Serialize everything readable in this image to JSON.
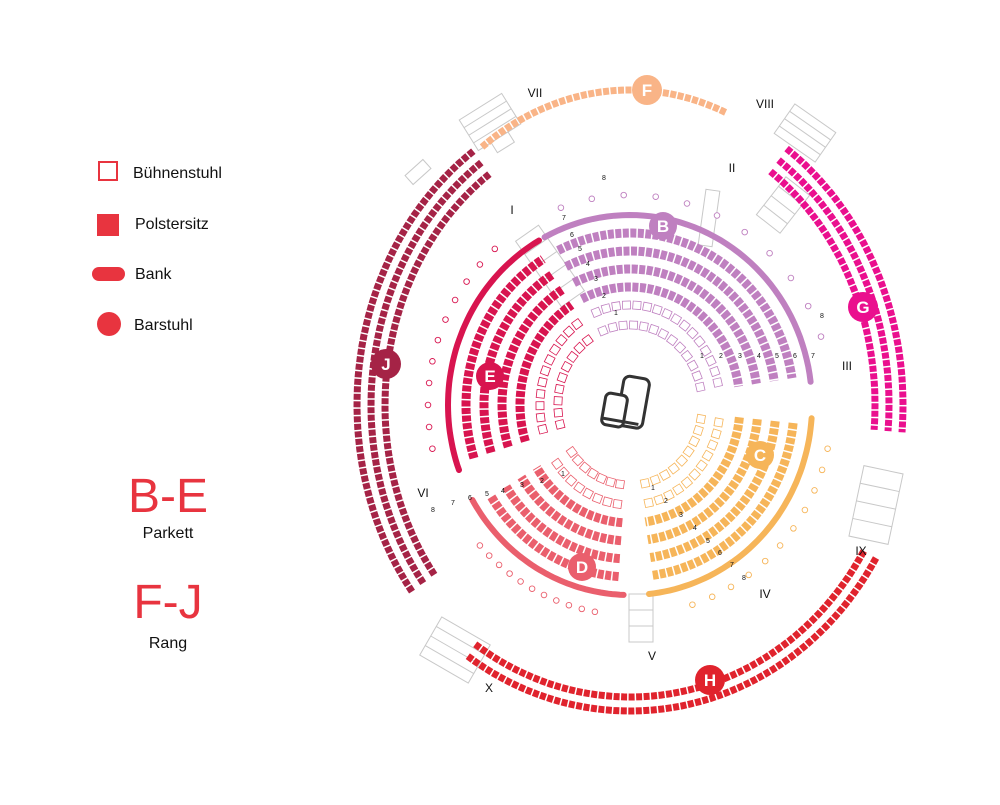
{
  "colors": {
    "legend": "#e8343f",
    "B": "#bf80c0",
    "C": "#f6b559",
    "D": "#ea5f6d",
    "E": "#d8144f",
    "F": "#f9b487",
    "G": "#ea0f8e",
    "H": "#e0232d",
    "J": "#a52346",
    "structure": "#c8c8c8",
    "stage": "#333333"
  },
  "legend": {
    "items": [
      {
        "label": "Bühnenstuhl",
        "icon": "open-square-icon"
      },
      {
        "label": "Polstersitz",
        "icon": "filled-square-icon"
      },
      {
        "label": "Bank",
        "icon": "bench-bar-icon"
      },
      {
        "label": "Barstuhl",
        "icon": "filled-circle-icon"
      }
    ]
  },
  "summary": {
    "parkett": {
      "letters": "B-E",
      "label": "Parkett"
    },
    "rang": {
      "letters": "F-J",
      "label": "Rang"
    }
  },
  "sections": {
    "B": "B",
    "C": "C",
    "D": "D",
    "E": "E",
    "F": "F",
    "G": "G",
    "H": "H",
    "J": "J"
  },
  "blocks": [
    "I",
    "II",
    "III",
    "IV",
    "V",
    "VI",
    "VII",
    "VIII",
    "IX",
    "X"
  ],
  "row_labels": [
    "1",
    "2",
    "3",
    "4",
    "5",
    "6",
    "7",
    "8"
  ]
}
